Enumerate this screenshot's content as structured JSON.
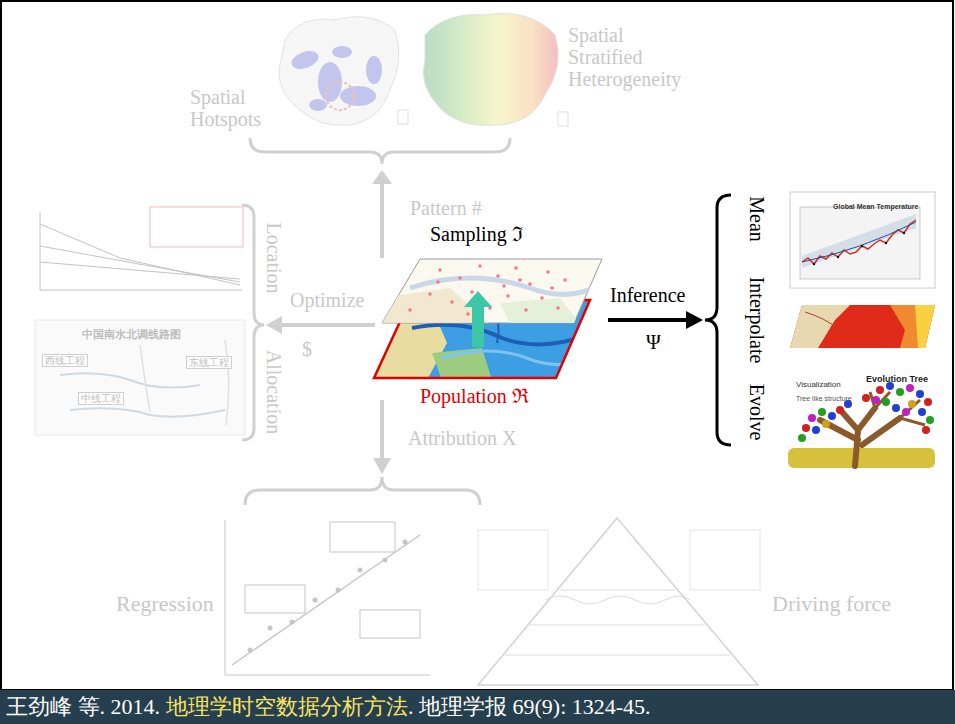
{
  "diagram": {
    "nodes": [
      {
        "text": [
          "Sampling ℑ"
        ]
      },
      {
        "text": [
          "Population ℜ"
        ]
      }
    ],
    "edges": [
      {
        "from": 1,
        "to": 0,
        "arrow": "to"
      }
    ],
    "labels": [
      "Spatial Hotspots",
      "Spatial Stratified Heterogeneity",
      "Pattern #",
      "Location",
      "Allocation",
      "Optimize",
      "$",
      "中国南水北调线路图",
      "西线工程",
      "中线工程",
      "东线工程",
      "Inference",
      "Ψ",
      "Mean",
      "Interpolate",
      "Evolve",
      "Global Mean Temperature",
      "Visualization",
      "Tree like structure",
      "Evolution Tree",
      "Attribution X",
      "Regression",
      "Driving force",
      "王劲峰 等. 2014.",
      "地理学时空数据分析方法",
      ". 地理学报 69(9): 1324-45."
    ]
  }
}
